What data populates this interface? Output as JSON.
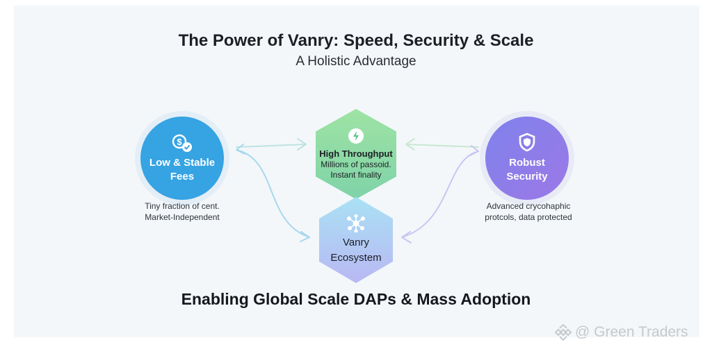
{
  "header": {
    "title": "The Power of Vanry: Speed, Security & Scale",
    "subtitle": "A Holistic Advantage"
  },
  "nodes": {
    "fees": {
      "title_line1": "Low & Stable",
      "title_line2": "Fees",
      "caption_line1": "Tiny fraction of cent.",
      "caption_line2": "Market-Independent",
      "icon": "dollar-check-icon",
      "color": "#36a3e3"
    },
    "throughput": {
      "title": "High Throughput",
      "line1": "Millions of passoid.",
      "line2": "Instant finality",
      "icon": "lightning-icon",
      "color": "#8fdba0"
    },
    "security": {
      "title_line1": "Robust",
      "title_line2": "Security",
      "caption_line1": "Advanced crycohaphic",
      "caption_line2": "protcols, data protected",
      "icon": "shield-icon",
      "color": "#8a7aea"
    },
    "ecosystem": {
      "title_line1": "Vanry",
      "title_line2": "Ecosystem",
      "icon": "network-icon",
      "color": "#b9c6f3"
    }
  },
  "footer": {
    "tagline": "Enabling Global Scale DAPs & Mass Adoption"
  },
  "watermark": {
    "text": "@ Green Traders"
  }
}
